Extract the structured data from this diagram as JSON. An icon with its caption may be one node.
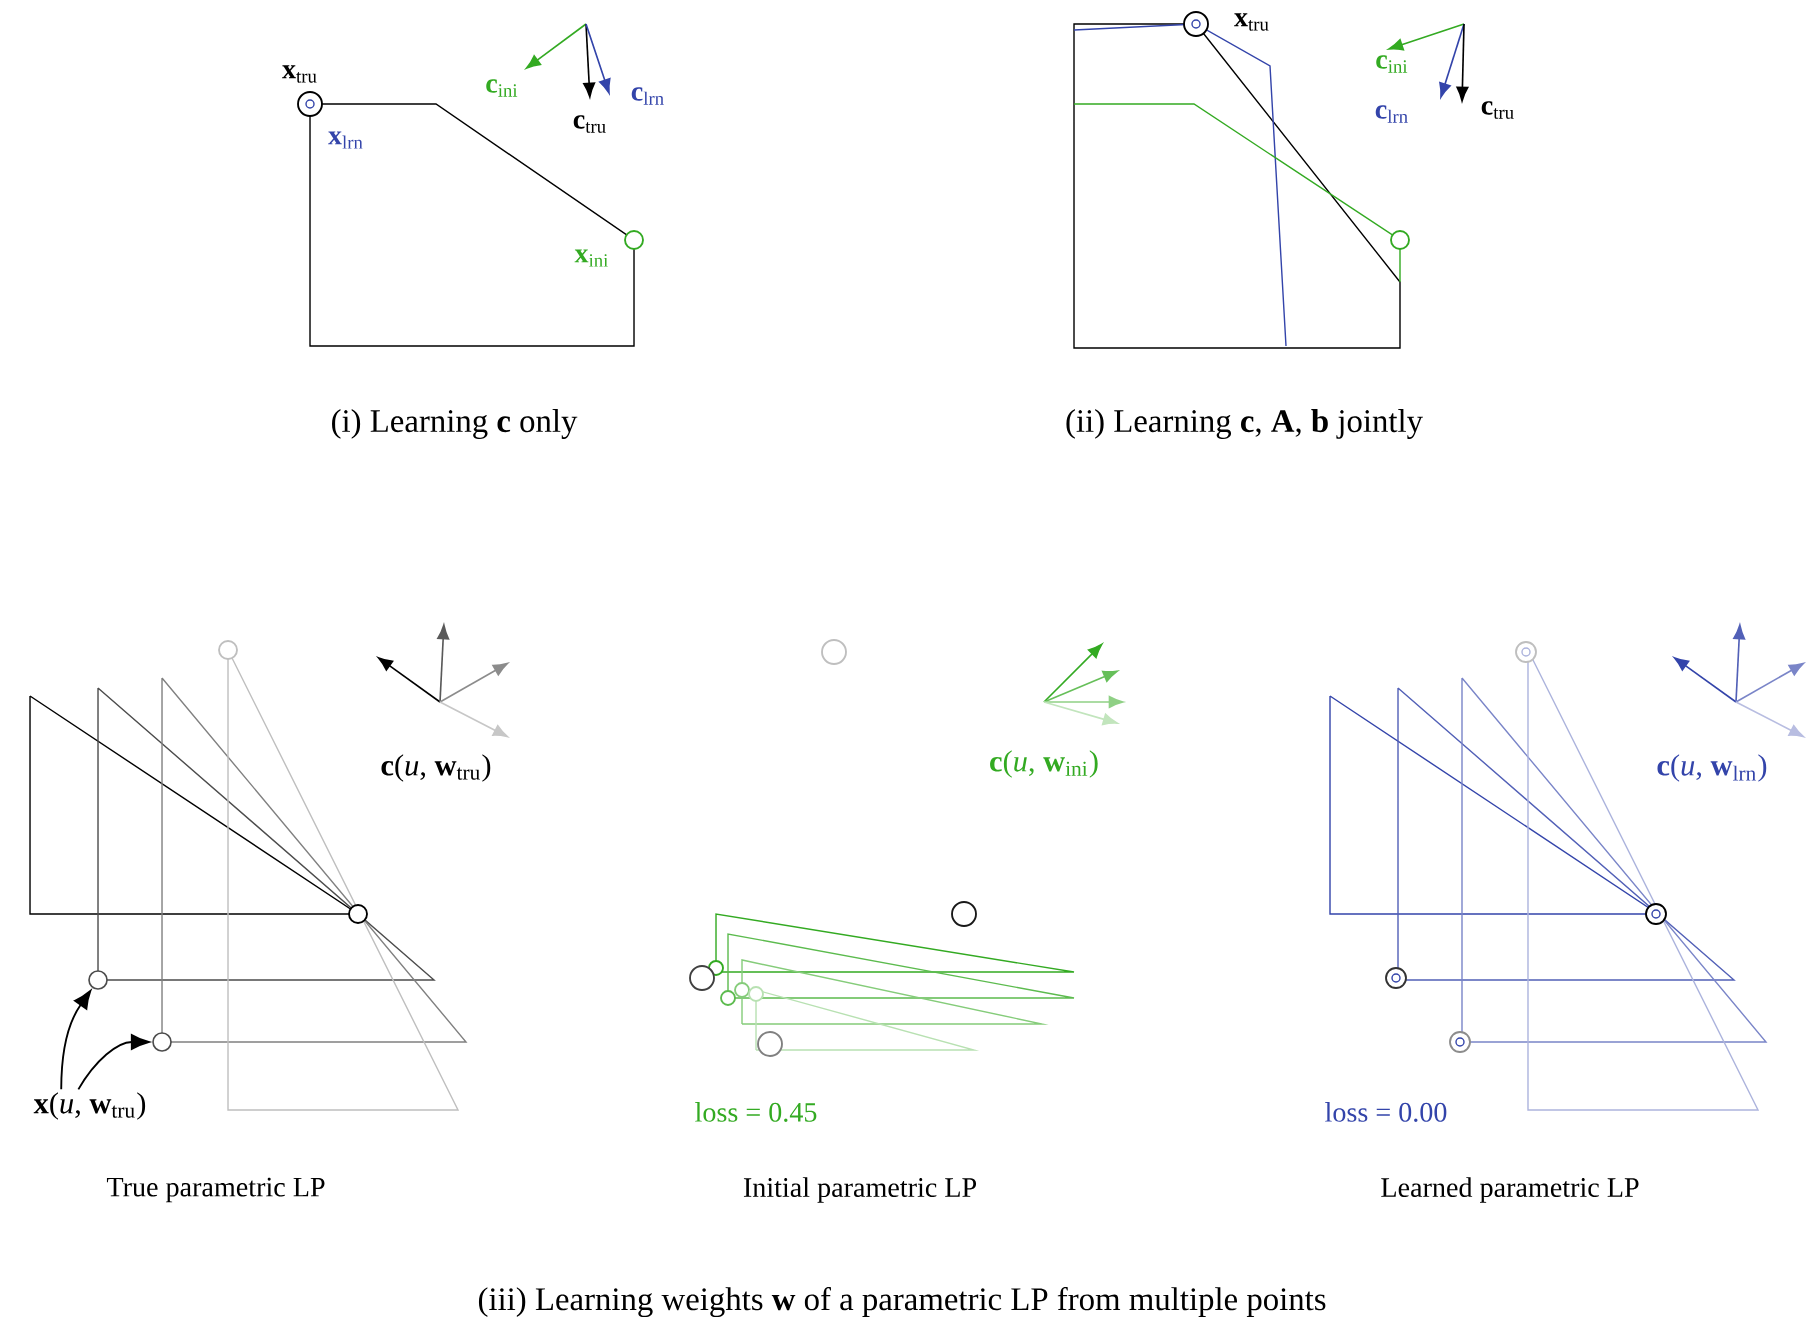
{
  "diagram": {
    "nodes": [
      {
        "text": [
          "**x**(*u*, **w**$_{tru}$)"
        ]
      },
      {
        "text": [],
        "shape": "circle"
      },
      {
        "text": [],
        "shape": "circle"
      }
    ],
    "edges": [
      {
        "from": 0,
        "to": 1,
        "arrow": "to"
      },
      {
        "from": 0,
        "to": 2,
        "arrow": "to"
      }
    ],
    "labels": [
      "**x**$_{tru}$",
      "**x**$_{lrn}$",
      "**c**$_{ini}$",
      "**c**$_{lrn}$",
      "**c**$_{tru}$",
      "**x**$_{ini}$",
      "(i) Learning **c** only",
      "**x**$_{tru}$",
      "**c**$_{ini}$",
      "**c**$_{lrn}$",
      "**c**$_{tru}$",
      "(ii) Learning **c**, **A**, **b** jointly",
      "**c**(*u*, **w**$_{tru}$)",
      "**c**(*u*, **w**$_{ini}$)",
      "loss = 0.45",
      "**c**(*u*, **w**$_{lrn}$)",
      "loss = 0.00",
      "True parametric LP",
      "Initial parametric LP",
      "Learned parametric LP",
      "(iii) Learning weights **w** of a parametric LP from multiple points"
    ]
  }
}
